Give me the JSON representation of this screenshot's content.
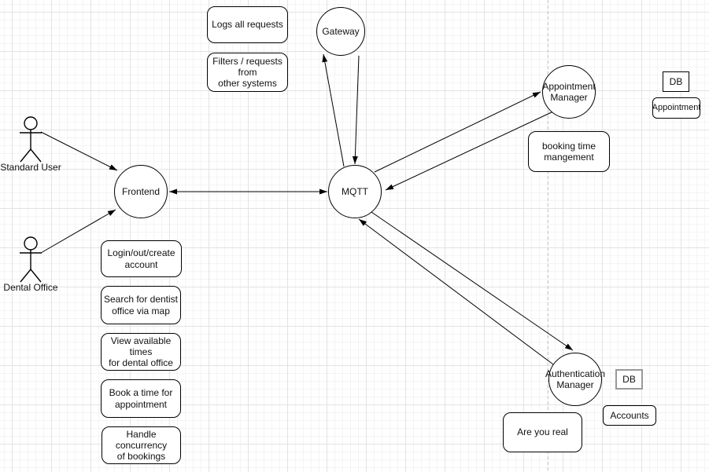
{
  "circles": {
    "frontend": {
      "label": "Frontend"
    },
    "gateway": {
      "label": "Gateway"
    },
    "mqtt": {
      "label": "MQTT"
    },
    "appointment_manager": {
      "label": "Appointment\nManager"
    },
    "authentication_manager": {
      "label": "Authentication\nManager"
    }
  },
  "actors": {
    "standard_user": {
      "label": "Standard User"
    },
    "dental_office": {
      "label": "Dental Office"
    }
  },
  "notes": {
    "logs": {
      "label": "Logs all requests"
    },
    "filters": {
      "label": "Filters / requests from\nother systems"
    },
    "booking": {
      "label": "booking time\nmangement"
    },
    "login": {
      "label": "Login/out/create\naccount"
    },
    "search": {
      "label": "Search for dentist\noffice via map"
    },
    "view": {
      "label": "View available times\nfor dental office"
    },
    "book": {
      "label": "Book a time for\nappointment"
    },
    "handle": {
      "label": "Handle concurrency\nof bookings"
    },
    "are_you_real": {
      "label": "Are you real"
    },
    "appointment": {
      "label": "Appointment"
    },
    "accounts": {
      "label": "Accounts"
    },
    "db_appointment": {
      "label": "DB"
    },
    "db_accounts": {
      "label": "DB"
    }
  }
}
